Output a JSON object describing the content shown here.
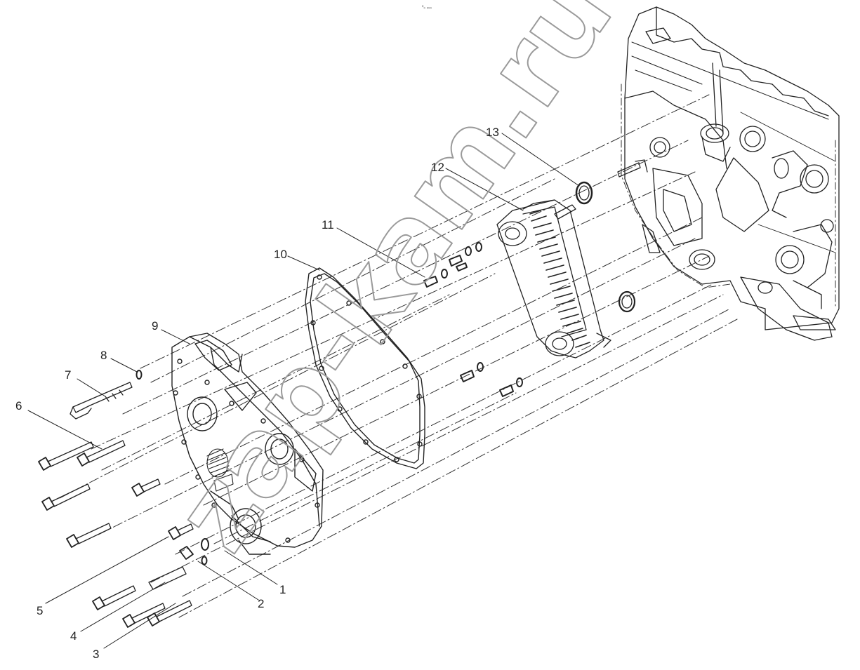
{
  "header_mark": "⁰₀ ₀₀₀",
  "watermark": "zap-kam.ru",
  "callouts": [
    "1",
    "2",
    "3",
    "4",
    "5",
    "6",
    "7",
    "8",
    "9",
    "10",
    "11",
    "12",
    "13"
  ]
}
